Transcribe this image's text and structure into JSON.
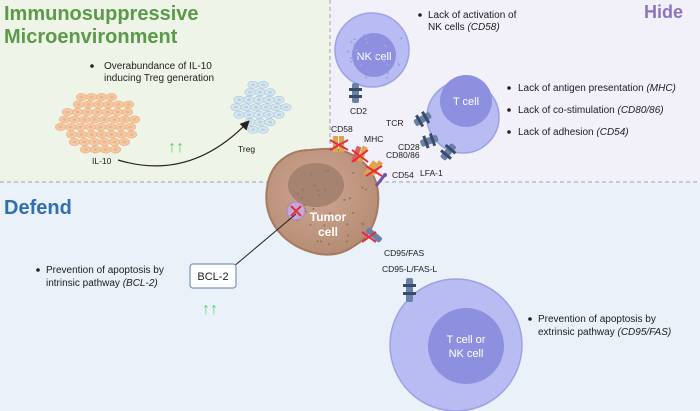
{
  "colors": {
    "immuno_bg": "#eef5e8",
    "hide_bg": "#f2f0f8",
    "defend_bg": "#eaf1f8",
    "immuno_title": "#5a9a48",
    "hide_title": "#8b74c4",
    "defend_title": "#2f6fb4",
    "arrow_green": "#4bd36a",
    "block_red": "#e0303a",
    "cell_outer": "#b9bcf3",
    "cell_inner": "#8d90df",
    "tumor": "#c39a83"
  },
  "sections": {
    "immuno_title_line1": "Immunosuppressive",
    "immuno_title_line2": "Microenvironment",
    "hide_title": "Hide",
    "defend_title": "Defend"
  },
  "immuno": {
    "bullet_line1": "Overabundance of IL-10",
    "bullet_line2": "inducing Treg generation",
    "il10_label": "IL-10",
    "treg_label": "Treg",
    "up_arrows": "↑↑"
  },
  "cells": {
    "nk_label": "NK cell",
    "t_label": "T cell",
    "tumor_line1": "Tumor",
    "tumor_line2": "cell",
    "tnk_line1": "T cell or",
    "tnk_line2": "NK cell"
  },
  "receptors": {
    "cd2": "CD2",
    "cd58": "CD58",
    "mhc": "MHC",
    "cd80_86": "CD80/86",
    "cd54": "CD54",
    "tcr": "TCR",
    "cd28": "CD28",
    "lfa1": "LFA-1",
    "cd95_fas": "CD95/FAS",
    "cd95l": "CD95-L/FAS-L"
  },
  "hide": {
    "b1_line1": "Lack of activation of",
    "b1_line2_plain": "NK cells ",
    "b1_line2_it": "(CD58)",
    "b2_plain": "Lack of antigen presentation ",
    "b2_it": "(MHC)",
    "b3_plain": "Lack of co-stimulation ",
    "b3_it": "(CD80/86)",
    "b4_plain": "Lack of adhesion ",
    "b4_it": "(CD54)"
  },
  "defend": {
    "b1_line1": "Prevention of apoptosis by",
    "b1_line2_plain": "intrinsic pathway ",
    "b1_line2_it": "(BCL-2)",
    "bcl2_label": "BCL-2",
    "up_arrows": "↑↑",
    "b2_line1": "Prevention of apoptosis by",
    "b2_line2_plain": "extrinsic pathway ",
    "b2_line2_it": "(CD95/FAS)"
  }
}
